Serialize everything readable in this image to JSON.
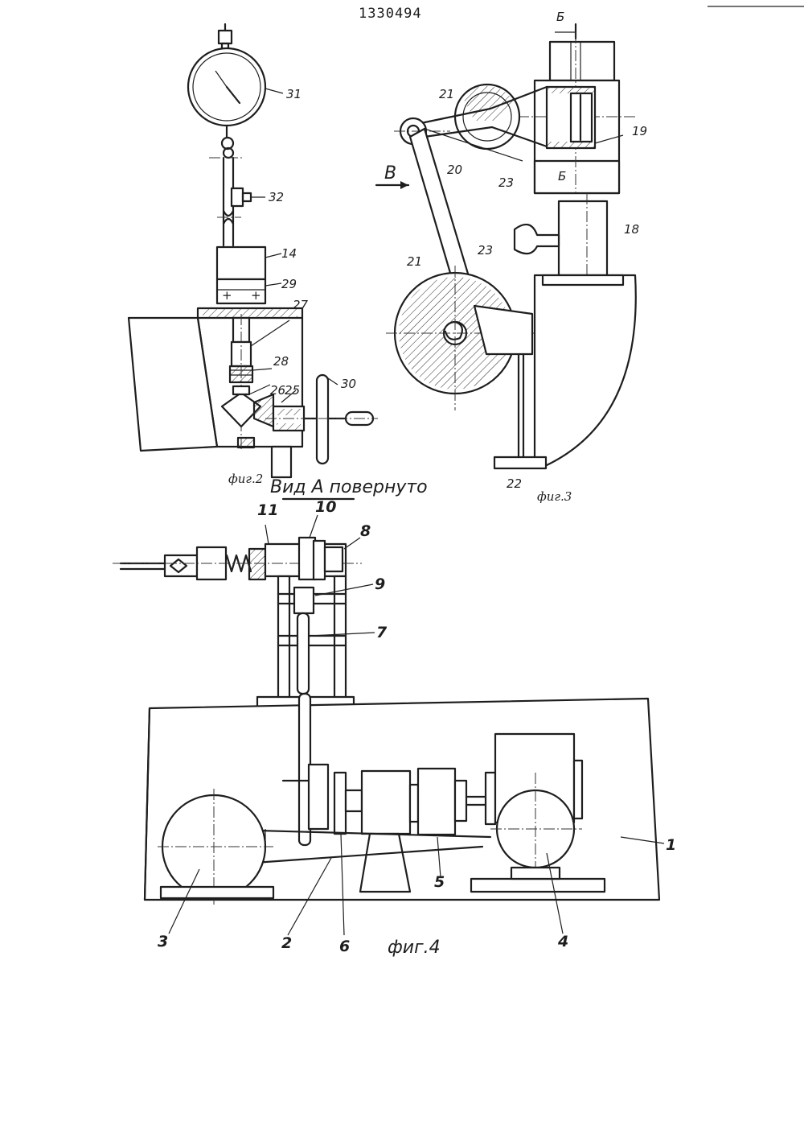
{
  "document_number": "1330494",
  "fig2": {
    "caption": "фиг.2",
    "labels": {
      "l31": "31",
      "l32": "32",
      "l14": "14",
      "l29": "29",
      "l27": "27",
      "l28": "28",
      "l26": "26",
      "l25": "25",
      "l30": "30"
    }
  },
  "fig3": {
    "caption": "фиг.3",
    "section_mark": "Б",
    "section_mark_lower": "Б",
    "arrow_label": "В",
    "labels": {
      "l21a": "21",
      "l20": "20",
      "l23a": "23",
      "l19": "19",
      "l18": "18",
      "l21b": "21",
      "l23b": "23",
      "l22": "22"
    }
  },
  "fig4": {
    "view_title": "Вид А повернуто",
    "caption": "фиг.4",
    "labels": {
      "l11": "11",
      "l10": "10",
      "l8": "8",
      "l9": "9",
      "l7": "7",
      "l1": "1",
      "l5": "5",
      "l3": "3",
      "l2": "2",
      "l6": "6",
      "l4": "4"
    }
  }
}
